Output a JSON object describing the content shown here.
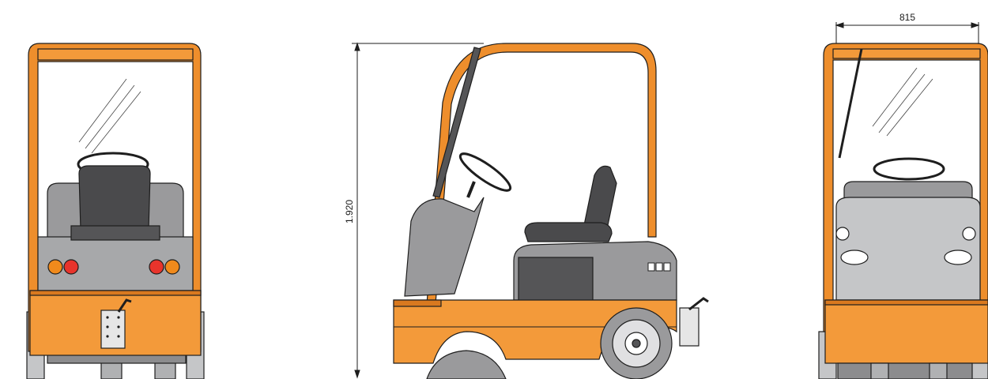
{
  "dimensions": {
    "height_label": "1.920",
    "width_label": "815"
  },
  "colors": {
    "body_orange": "#F39A3A",
    "frame_orange": "#EE8E2C",
    "shadow_orange": "#D9791F",
    "body_grey": "#9A9A9C",
    "light_grey": "#C5C6C8",
    "dark_grey": "#555557",
    "seat_grey": "#4A4A4C",
    "outline": "#1E1E1E",
    "tail_light_red": "#E8342C",
    "tail_light_amber": "#F08A1C"
  },
  "views": [
    {
      "id": "rear-view"
    },
    {
      "id": "side-view"
    },
    {
      "id": "front-view"
    }
  ]
}
